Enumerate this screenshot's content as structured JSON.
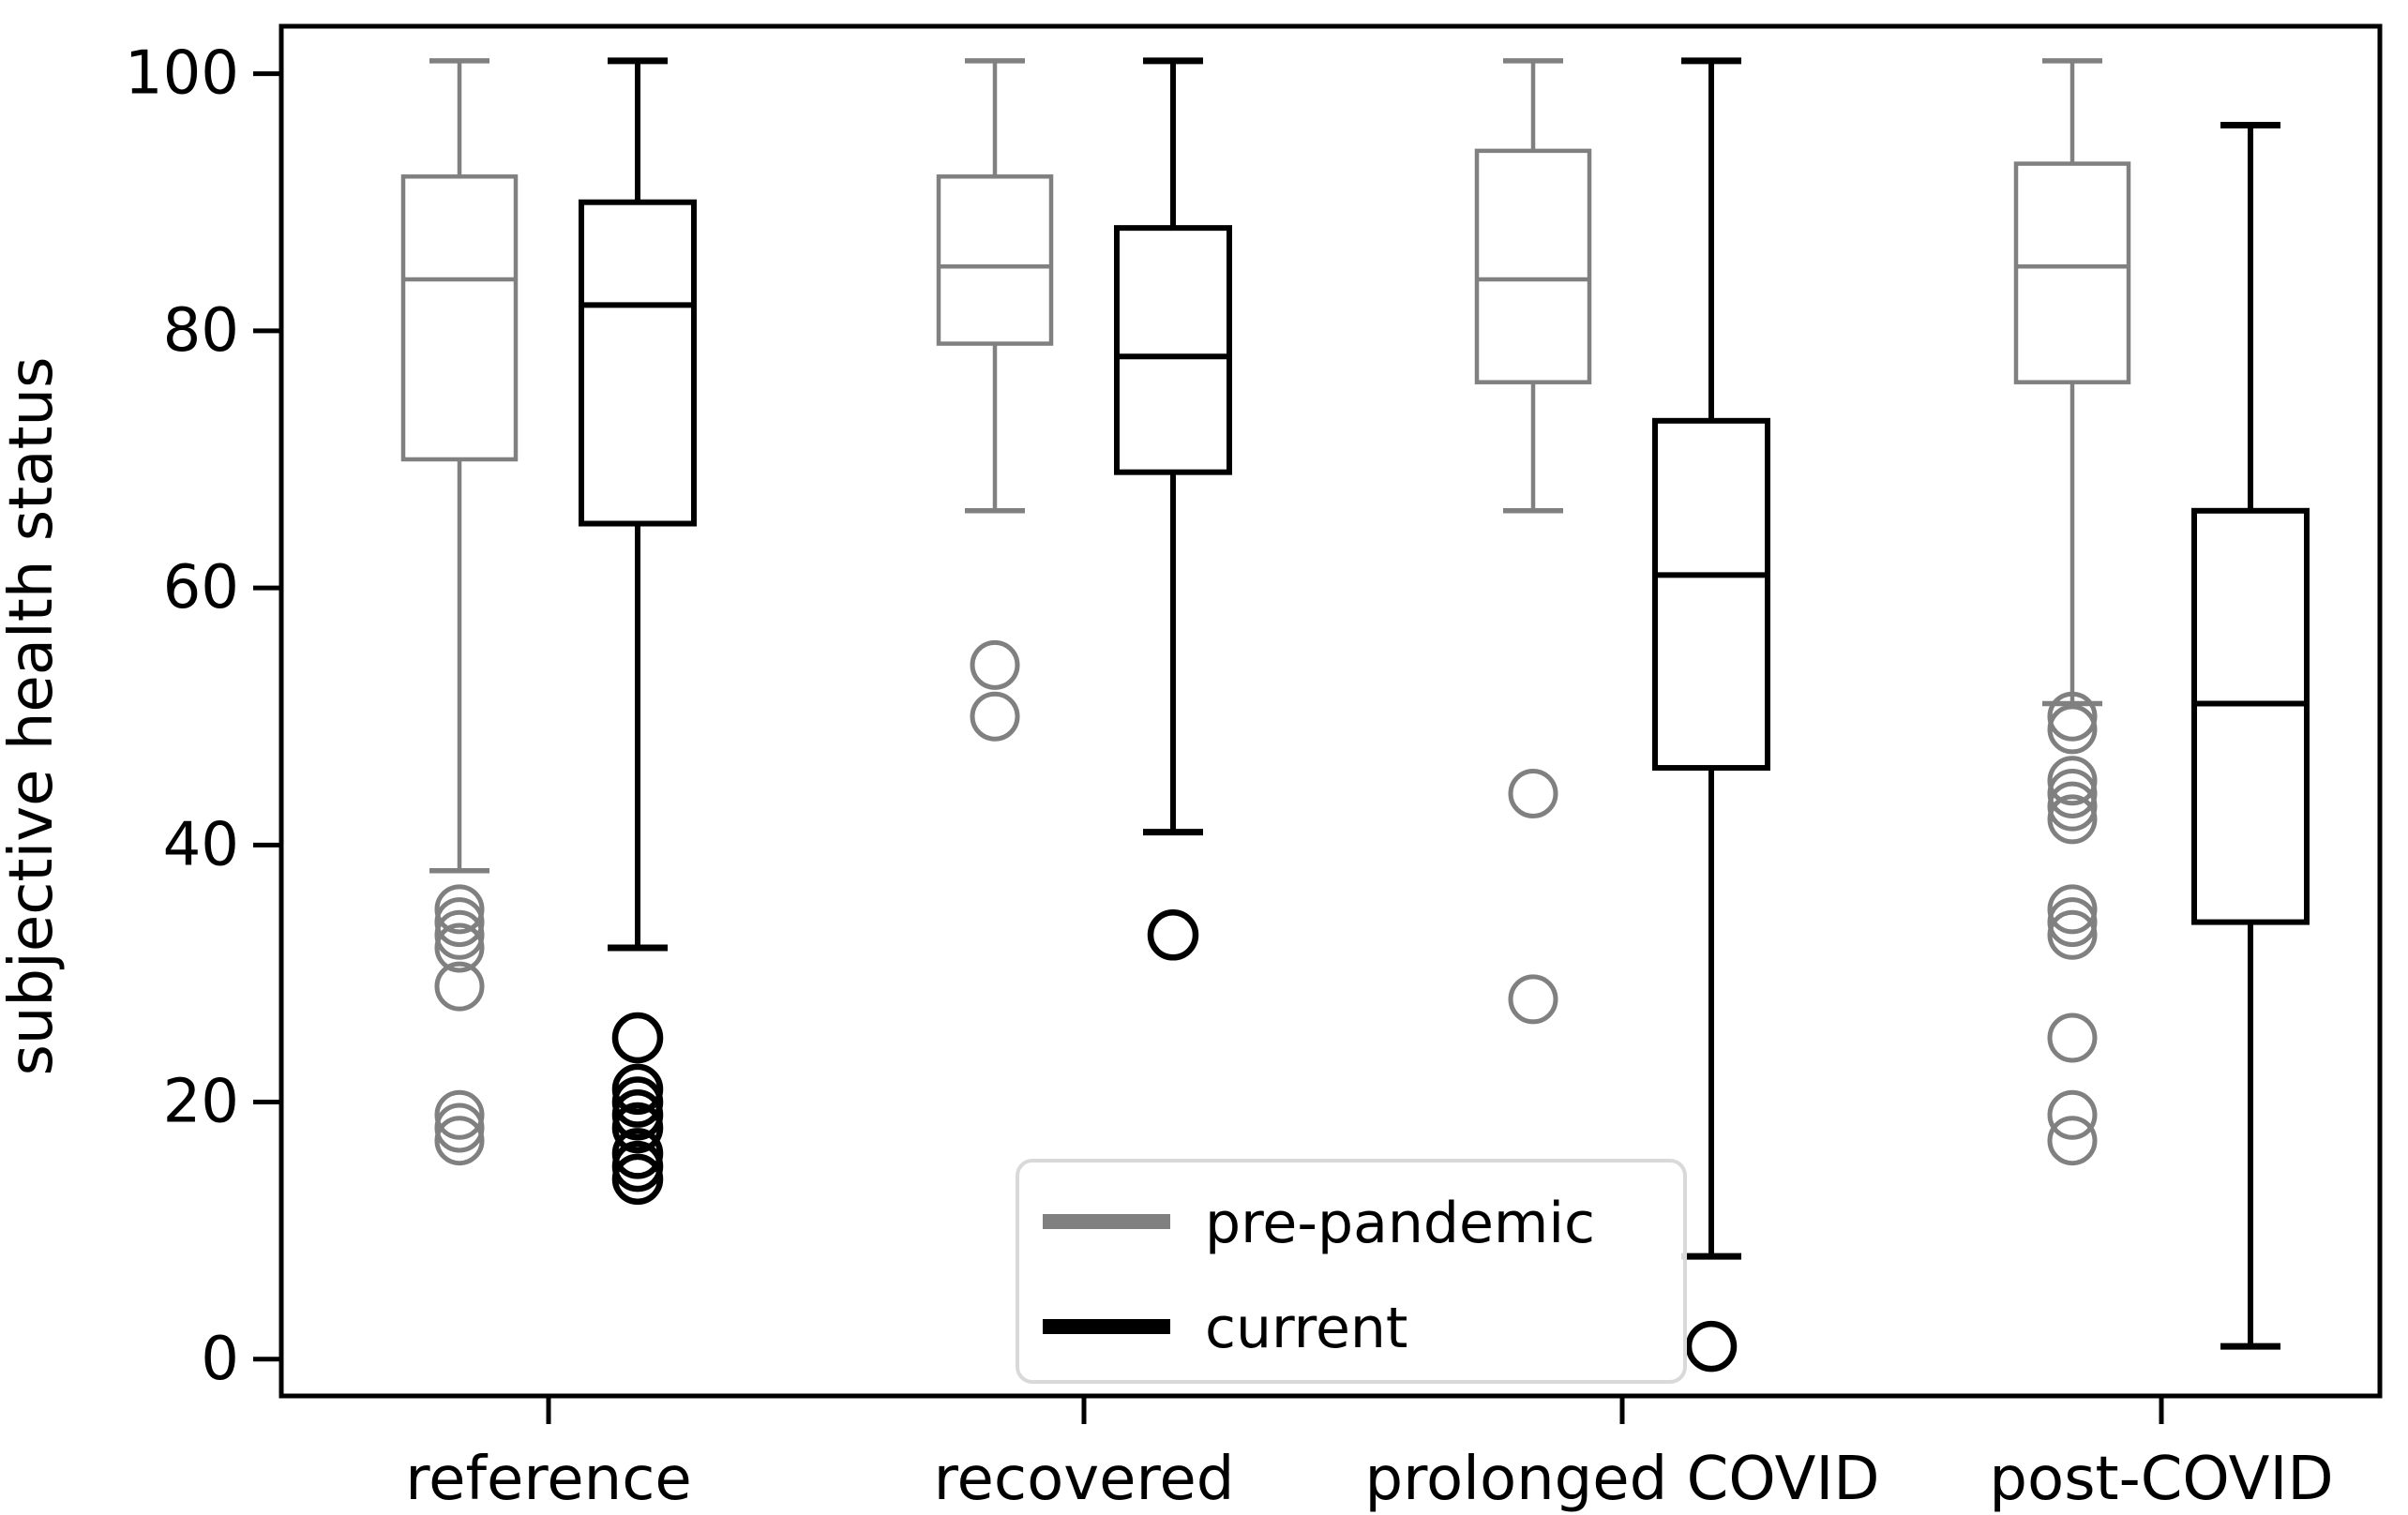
{
  "figure": {
    "ylabel": "subjective health status"
  },
  "legend": {
    "items": [
      {
        "label": "pre-pandemic",
        "color": "#808080"
      },
      {
        "label": "current",
        "color": "#000000"
      }
    ]
  },
  "chart_data": {
    "type": "boxplot",
    "title": "",
    "xlabel": "",
    "ylabel": "subjective health status",
    "categories": [
      "reference",
      "recovered",
      "prolonged COVID",
      "post-COVID"
    ],
    "ylim": [
      0,
      100
    ],
    "yticks": [
      0,
      20,
      40,
      60,
      80,
      100
    ],
    "grid": false,
    "legend_position": "lower center-right",
    "series": [
      {
        "name": "pre-pandemic",
        "color": "#808080",
        "boxes": [
          {
            "category": "reference",
            "whislo": 38,
            "q1": 70,
            "med": 84,
            "q3": 92,
            "whishi": 101,
            "fliers": [
              35,
              34,
              33,
              32,
              29,
              19,
              18,
              17
            ]
          },
          {
            "category": "recovered",
            "whislo": 66,
            "q1": 79,
            "med": 85,
            "q3": 92,
            "whishi": 101,
            "fliers": [
              54,
              50
            ]
          },
          {
            "category": "prolonged COVID",
            "whislo": 66,
            "q1": 76,
            "med": 84,
            "q3": 94,
            "whishi": 101,
            "fliers": [
              44,
              28
            ]
          },
          {
            "category": "post-COVID",
            "whislo": 51,
            "q1": 76,
            "med": 85,
            "q3": 93,
            "whishi": 101,
            "fliers": [
              50,
              49,
              45,
              44,
              43,
              42,
              35,
              34,
              33,
              25,
              19,
              17
            ]
          }
        ]
      },
      {
        "name": "current",
        "color": "#000000",
        "boxes": [
          {
            "category": "reference",
            "whislo": 32,
            "q1": 65,
            "med": 82,
            "q3": 90,
            "whishi": 101,
            "fliers": [
              25,
              21,
              20,
              19,
              18,
              16,
              15,
              14
            ]
          },
          {
            "category": "recovered",
            "whislo": 41,
            "q1": 69,
            "med": 78,
            "q3": 88,
            "whishi": 101,
            "fliers": [
              33
            ]
          },
          {
            "category": "prolonged COVID",
            "whislo": 8,
            "q1": 46,
            "med": 61,
            "q3": 73,
            "whishi": 101,
            "fliers": [
              1
            ]
          },
          {
            "category": "post-COVID",
            "whislo": 1,
            "q1": 34,
            "med": 51,
            "q3": 66,
            "whishi": 96,
            "fliers": []
          }
        ]
      }
    ]
  }
}
